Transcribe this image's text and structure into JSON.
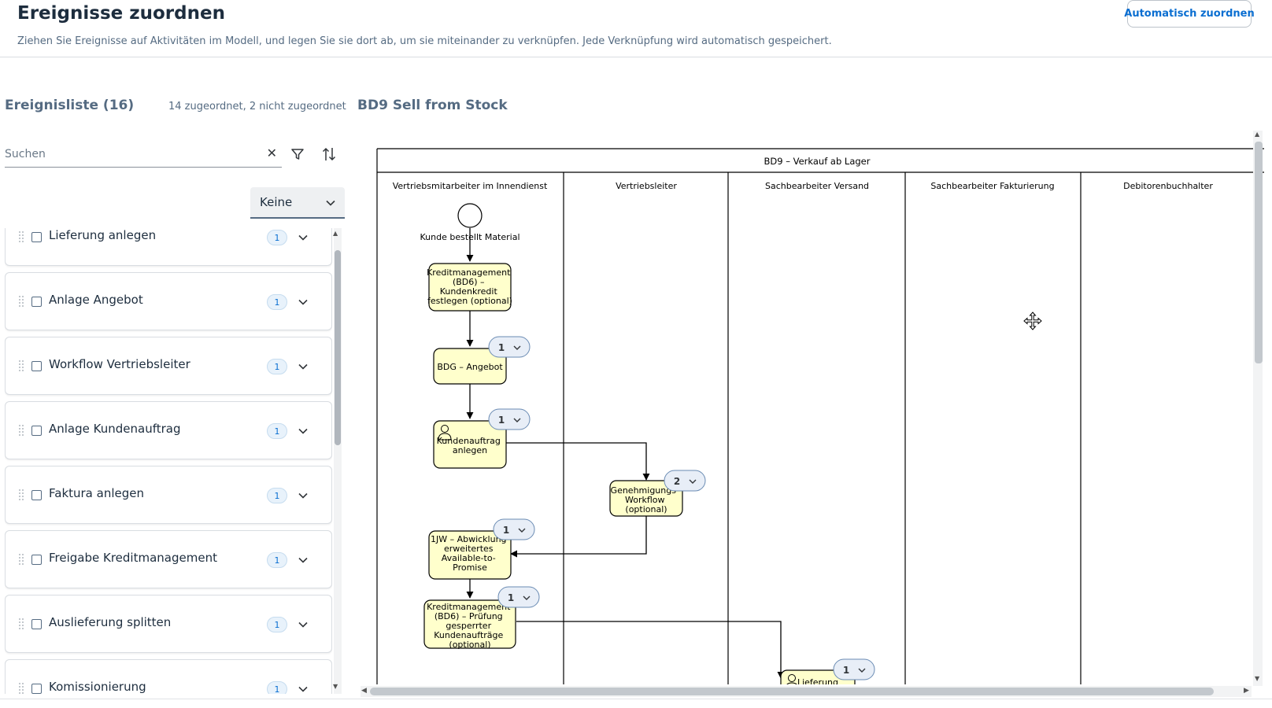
{
  "header": {
    "title": "Ereignisse zuordnen",
    "subtitle": "Ziehen Sie Ereignisse auf Aktivitäten im Modell, und legen Sie sie dort ab, um sie miteinander zu verknüpfen. Jede Verknüpfung wird automatisch gespeichert.",
    "auto_assign_button": "Automatisch zuordnen"
  },
  "event_list": {
    "title": "Ereignisliste (16)",
    "summary": "14 zugeordnet, 2 nicht zugeordnet",
    "search_placeholder": "Suchen",
    "search_value": "",
    "grouping_select": "Keine",
    "items": [
      {
        "label": "Lieferung anlegen",
        "count": "1"
      },
      {
        "label": "Anlage Angebot",
        "count": "1"
      },
      {
        "label": "Workflow Vertriebsleiter",
        "count": "1"
      },
      {
        "label": "Anlage Kundenauftrag",
        "count": "1"
      },
      {
        "label": "Faktura anlegen",
        "count": "1"
      },
      {
        "label": "Freigabe Kreditmanagement",
        "count": "1"
      },
      {
        "label": "Auslieferung splitten",
        "count": "1"
      },
      {
        "label": "Komissionierung",
        "count": "1"
      }
    ]
  },
  "model": {
    "title": "BD9 Sell from Stock",
    "pool_title": "BD9 – Verkauf ab Lager",
    "lanes": [
      "Vertriebsmitarbeiter im Innendienst",
      "Vertriebsleiter",
      "Sachbearbeiter Versand",
      "Sachbearbeiter Fakturierung",
      "Debitorenbuchhalter"
    ],
    "start_event": "Kunde bestellt Material",
    "tasks": {
      "credit_limit": [
        "Kreditmanagement",
        "(BD6) –",
        "Kundenkredit",
        "festlegen (optional)"
      ],
      "quotation": [
        "BDG – Angebot"
      ],
      "sales_order": [
        "Kundenauftrag",
        "anlegen"
      ],
      "approval": [
        "Genehmigungs-",
        "Workflow",
        "(optional)"
      ],
      "atp": [
        "1JW – Abwicklung",
        "erweitertes",
        "Available-to-",
        "Promise"
      ],
      "blocked_orders": [
        "Kreditmanagement",
        "(BD6) – Prüfung",
        "gesperrter",
        "Kundenaufträge",
        "(optional)"
      ],
      "delivery": [
        "Lieferung"
      ]
    },
    "badges": {
      "quotation": "1",
      "sales_order": "1",
      "approval": "2",
      "atp": "1",
      "blocked_orders": "1",
      "delivery": "1"
    },
    "colors": {
      "task_fill": "#ffffcc",
      "badge_fill": "#e8eef7",
      "accent": "#0a6ed1"
    }
  }
}
